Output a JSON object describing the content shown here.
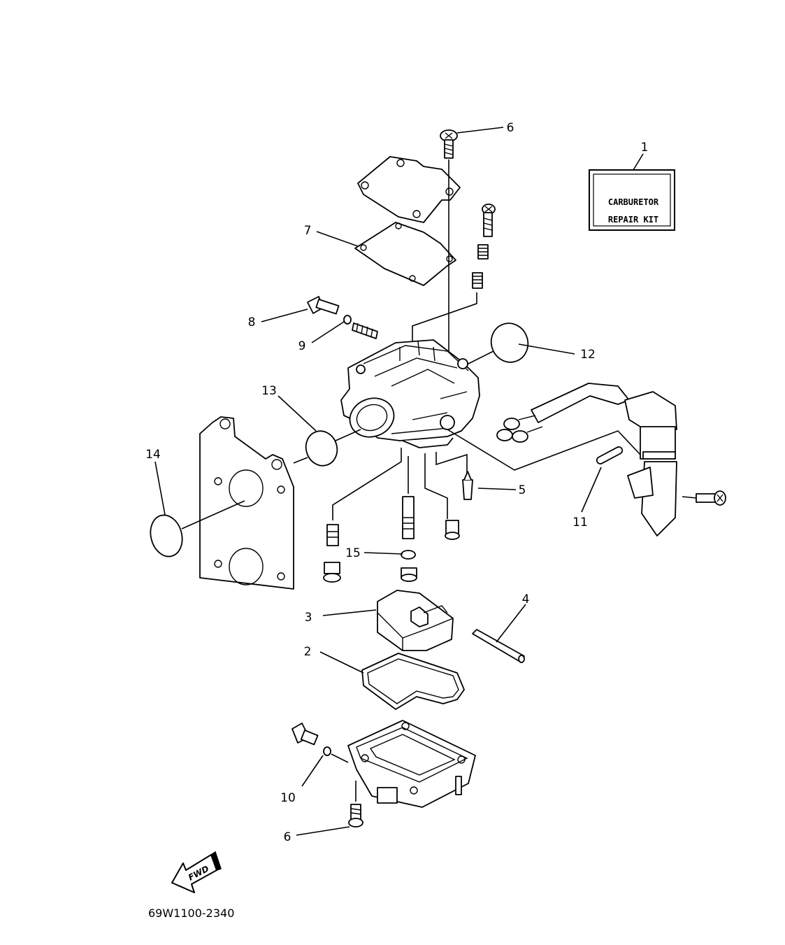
{
  "kit_label": {
    "line1": "CARBURETOR",
    "line2": "REPAIR KIT"
  },
  "callouts": {
    "c1": "1",
    "c2": "2",
    "c3": "3",
    "c4": "4",
    "c5": "5",
    "c6_top": "6",
    "c6_bottom": "6",
    "c7": "7",
    "c8": "8",
    "c9": "9",
    "c10": "10",
    "c11": "11",
    "c12": "12",
    "c13": "13",
    "c14": "14",
    "c15": "15"
  },
  "fwd_label": "FWD",
  "diagram_code": "69W1100-2340"
}
